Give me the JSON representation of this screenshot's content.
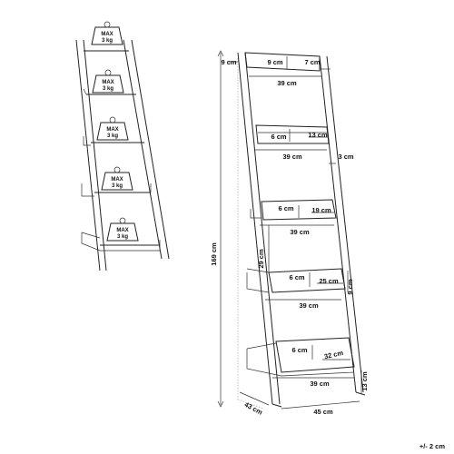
{
  "weight_labels": [
    {
      "max": "MAX",
      "kg": "3 kg"
    },
    {
      "max": "MAX",
      "kg": "3 kg"
    },
    {
      "max": "MAX",
      "kg": "3 kg"
    },
    {
      "max": "MAX",
      "kg": "3 kg"
    },
    {
      "max": "MAX",
      "kg": "3 kg"
    }
  ],
  "dimensions": {
    "height_total": "169 cm",
    "top_left": "9 cm",
    "top_shelf_height": "9 cm",
    "top_shelf_depth": "7 cm",
    "shelf1_width": "39 cm",
    "shelf2_height": "6 cm",
    "shelf2_depth": "13 cm",
    "shelf2_width": "39 cm",
    "frame_thickness": "3 cm",
    "shelf3_height": "6 cm",
    "shelf3_depth": "19 cm",
    "shelf3_width": "39 cm",
    "spacing": "29 cm",
    "shelf4_height": "6 cm",
    "shelf4_depth": "25 cm",
    "shelf4_side": "9 cm",
    "shelf4_width": "39 cm",
    "shelf5_height": "6 cm",
    "shelf5_depth": "32 cm",
    "shelf5_width": "39 cm",
    "base_height": "13 cm",
    "base_depth": "43 cm",
    "base_width": "45 cm"
  },
  "tolerance": "+/- 2 cm"
}
